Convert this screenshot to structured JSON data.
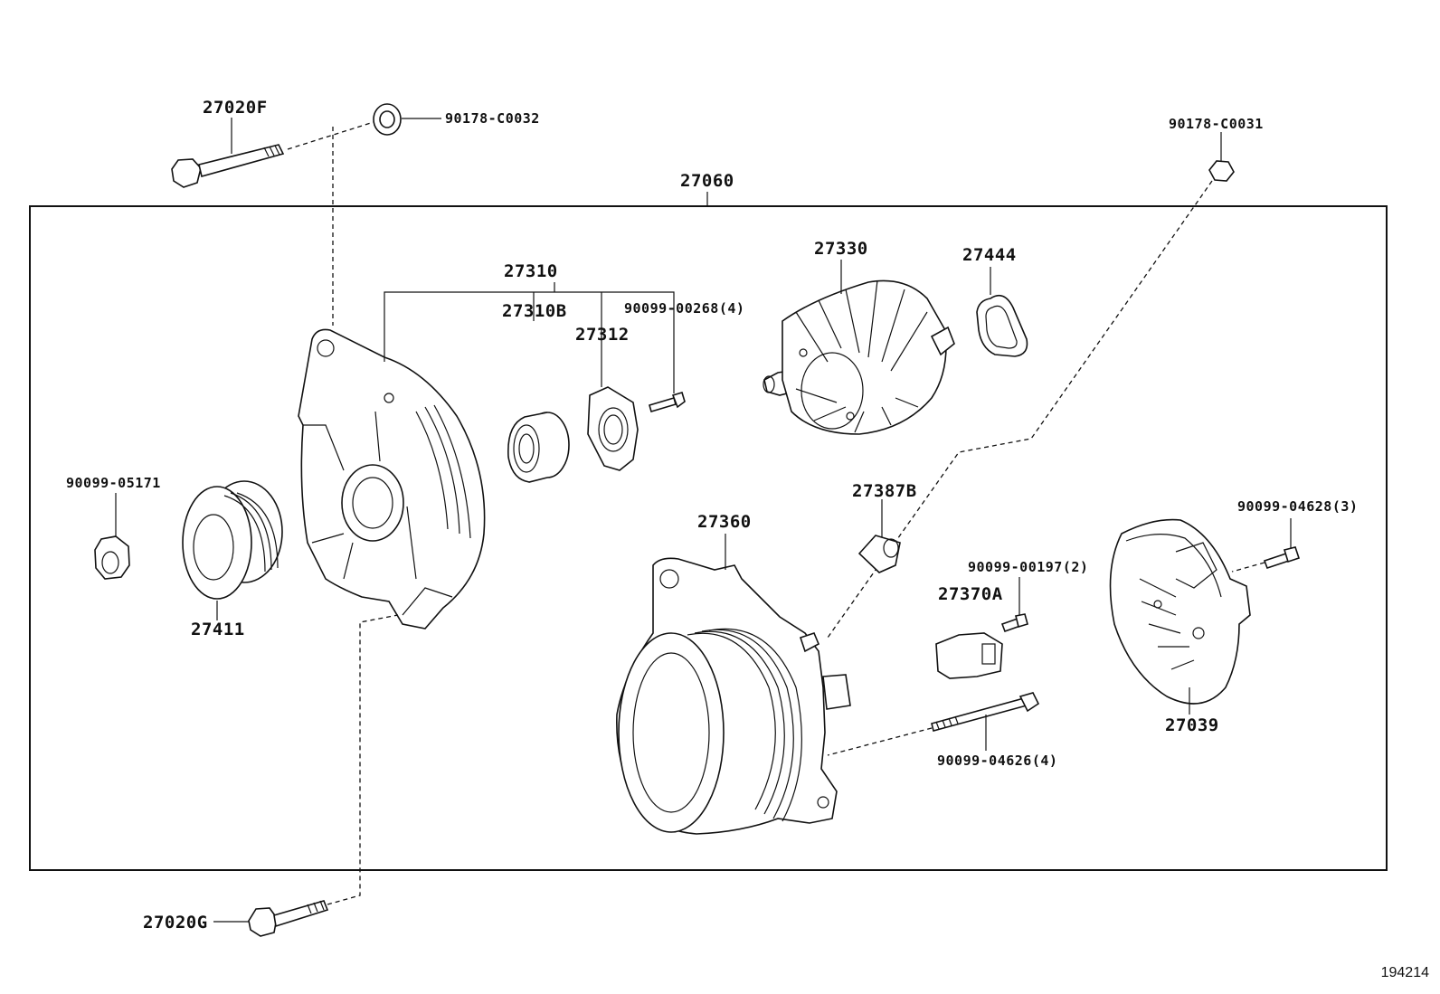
{
  "diagram": {
    "figure_number": "194214",
    "assembly_label": "27060",
    "labels": {
      "p27020F": "27020F",
      "p90178C0032": "90178-C0032",
      "p90178C0031": "90178-C0031",
      "p27060": "27060",
      "p27310": "27310",
      "p27310B": "27310B",
      "p27312": "27312",
      "p9009900268": "90099-00268(4)",
      "p27330": "27330",
      "p27444": "27444",
      "p9009905171": "90099-05171",
      "p27411": "27411",
      "p27387B": "27387B",
      "p27360": "27360",
      "p9009904628": "90099-04628(3)",
      "p9009900197": "90099-00197(2)",
      "p27370A": "27370A",
      "p27039": "27039",
      "p9009904626": "90099-04626(4)",
      "p27020G": "27020G"
    }
  }
}
